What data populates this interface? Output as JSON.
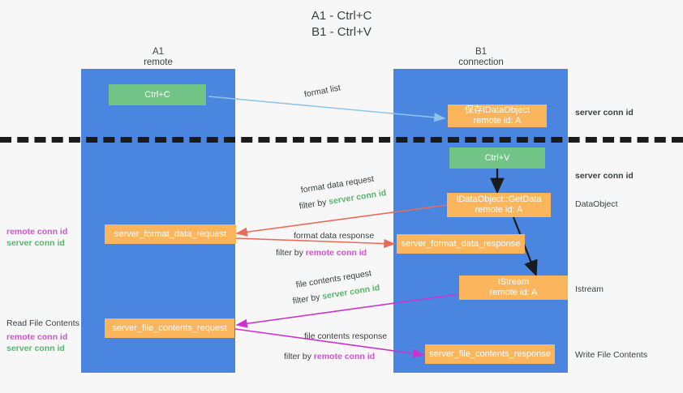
{
  "title": {
    "line1": "A1 - Ctrl+C",
    "line2": "B1 - Ctrl+V"
  },
  "columns": [
    {
      "id": "a1",
      "name": "A1",
      "sub": "remote"
    },
    {
      "id": "b1",
      "name": "B1",
      "sub": "connection"
    }
  ],
  "colors": {
    "lane": "#4a86e0",
    "green_box": "#72c486",
    "orange_box": "#fbb65d",
    "server_conn": "#5cb370",
    "remote_conn": "#cc55cc",
    "arrow_blue": "#8fc4ea",
    "arrow_red": "#ea6b5a",
    "arrow_magenta": "#cc33cc",
    "arrow_black": "#1b1b1b",
    "background": "#f7f7f7"
  },
  "nodes": {
    "ctrl_c": {
      "label": "Ctrl+C"
    },
    "ctrl_v": {
      "label": "Ctrl+V"
    },
    "idataobject": {
      "line1": "保存IDataObject",
      "line2": "remote id: A"
    },
    "getdata": {
      "line1": "IDataObject::GetData",
      "line2": "remote id: A"
    },
    "istream": {
      "line1": "IStream",
      "line2": "remote id: A"
    },
    "fmt_req": {
      "label": "server_format_data_request"
    },
    "fmt_resp": {
      "label": "server_format_data_response"
    },
    "file_req": {
      "label": "server_file_contents_request"
    },
    "file_resp": {
      "label": "server_file_contents_response"
    }
  },
  "edges": {
    "format_list": {
      "label": "format list"
    },
    "format_data_request": {
      "label": "format data request",
      "filter_prefix": "filter by ",
      "filter_value": "server conn id"
    },
    "format_data_response": {
      "label": "format data response",
      "filter_prefix": "filter by ",
      "filter_value": "remote conn id"
    },
    "file_contents_request": {
      "label": "file contents request",
      "filter_prefix": "filter by ",
      "filter_value": "server conn id"
    },
    "file_contents_response": {
      "label": "file contents response",
      "filter_prefix": "filter by ",
      "filter_value": "remote conn id"
    }
  },
  "right_labels": [
    {
      "id": "server-conn-1",
      "text": "server conn id",
      "kind": "server"
    },
    {
      "id": "server-conn-2",
      "text": "server conn id",
      "kind": "server"
    },
    {
      "id": "dataobject",
      "text": "DataObject",
      "kind": "plain"
    },
    {
      "id": "istream",
      "text": "Istream",
      "kind": "plain"
    },
    {
      "id": "write-file-contents",
      "text": "Write File Contents",
      "kind": "plain"
    }
  ],
  "left_labels": {
    "mid": {
      "remote": "remote conn id",
      "server": "server conn id"
    },
    "bottom": {
      "title": "Read File Contents",
      "remote": "remote conn id",
      "server": "server conn id"
    }
  }
}
